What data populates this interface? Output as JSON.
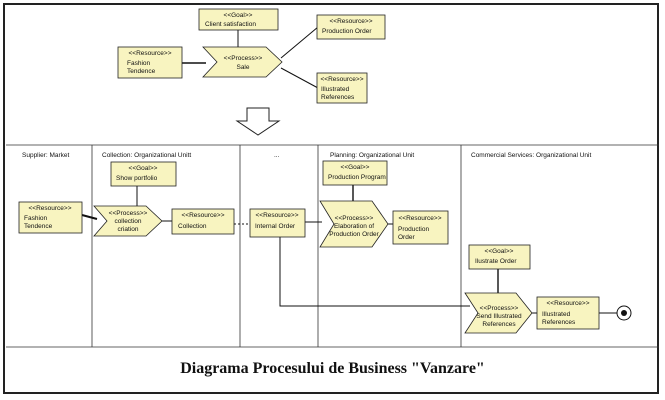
{
  "top": {
    "goal_client": {
      "stereotype": "<<Goal>>",
      "lines": [
        "Client satisfaction"
      ]
    },
    "res_fashion": {
      "stereotype": "<<Resource>>",
      "lines": [
        "Fashion",
        "Tendence"
      ]
    },
    "proc_sale": {
      "stereotype": "<<Process>>",
      "lines": [
        "Sale"
      ]
    },
    "res_prod_order": {
      "stereotype": "<<Resource>>",
      "lines": [
        "Production Order"
      ]
    },
    "res_illus": {
      "stereotype": "<<Resource>>",
      "lines": [
        "Illustrated",
        "References"
      ]
    }
  },
  "lanes": [
    "Supplier: Market",
    "Collection: Organizational Unitt",
    "...",
    "Planning: Organizational Unit",
    "Commercial Services: Organizational Unit"
  ],
  "bottom": {
    "res_fashion": {
      "stereotype": "<<Resource>>",
      "lines": [
        "Fashion",
        "Tendence"
      ]
    },
    "goal_portfolio": {
      "stereotype": "<<Goal>>",
      "lines": [
        "Show portfolio"
      ]
    },
    "proc_collection": {
      "stereotype": "<<Process>>",
      "lines": [
        "collection",
        "criation"
      ]
    },
    "res_collection": {
      "stereotype": "<<Resource>>",
      "lines": [
        "Collection"
      ]
    },
    "res_internal": {
      "stereotype": "<<Resource>>",
      "lines": [
        "Internal Order"
      ]
    },
    "goal_prod_program": {
      "stereotype": "<<Goal>>",
      "lines": [
        "Production Program"
      ]
    },
    "proc_elaboration": {
      "stereotype": "<<Process>>",
      "lines": [
        "Elaboration of",
        "Production Order"
      ]
    },
    "res_prod_order": {
      "stereotype": "<<Resource>>",
      "lines": [
        "Production",
        "Order"
      ]
    },
    "goal_illus_order": {
      "stereotype": "<<Goal>>",
      "lines": [
        "Ilustrate Order"
      ]
    },
    "proc_send": {
      "stereotype": "<<Process>>",
      "lines": [
        "Send Illustrated",
        "References"
      ]
    },
    "res_illus": {
      "stereotype": "<<Resource>>",
      "lines": [
        "Illustrated",
        "References"
      ]
    }
  },
  "caption": "Diagrama Procesului de Business \"Vanzare\"",
  "colors": {
    "fill": "#f8f4c0",
    "stroke": "#222222",
    "line": "#111111"
  }
}
